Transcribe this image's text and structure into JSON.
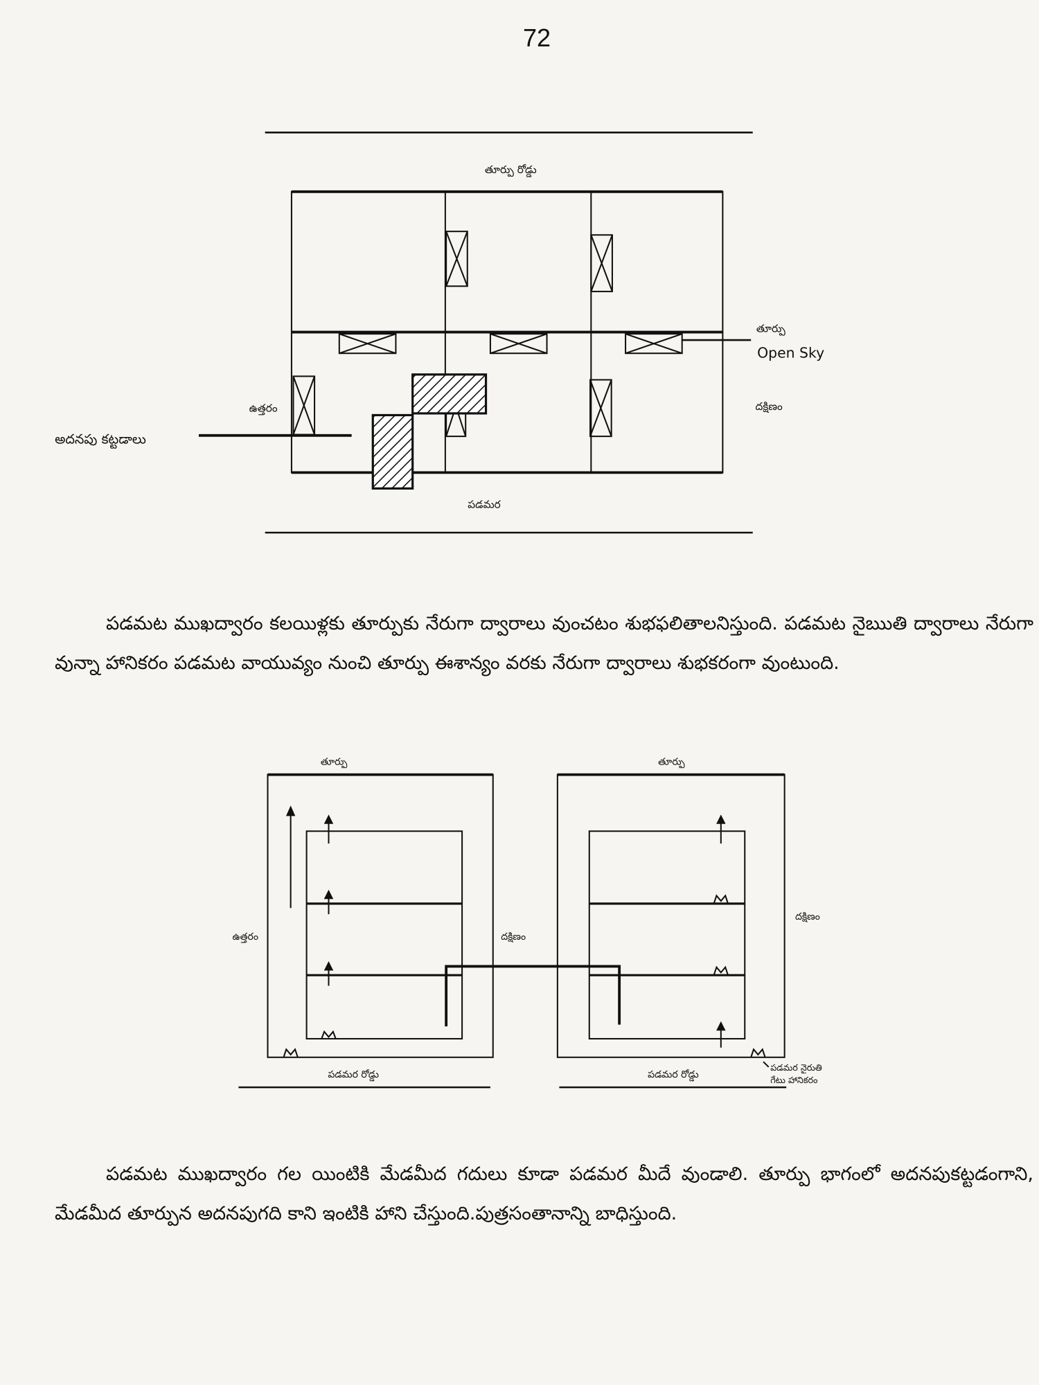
{
  "page_number": "72",
  "diagram_top": {
    "road_label": "తూర్పు రోడ్డు",
    "east_label": "తూర్పు",
    "open_sky_label": "Open Sky",
    "north_label": "ఉత్తరం",
    "south_label": "దక్షిణం",
    "west_label": "పడమర",
    "extra_construction_label": "అదనపు కట్టడాలు"
  },
  "paragraph_1": "పడమట ముఖద్వారం కలయిళ్లకు తూర్పుకు నేరుగా ద్వారాలు వుంచటం శుభఫలితాలనిస్తుంది. పడమట నైఋతి ద్వారాలు నేరుగా వున్నా హానికరం పడమట వాయువ్యం నుంచి తూర్పు ఈశాన్యం వరకు నేరుగా ద్వారాలు శుభకరంగా వుంటుంది.",
  "diagram_bottom": {
    "left": {
      "east_label": "తూర్పు",
      "north_label": "ఉత్తరం",
      "south_label": "దక్షిణం",
      "road_label": "పడమర రోడ్డు"
    },
    "right": {
      "east_label": "తూర్పు",
      "south_label": "దక్షిణం",
      "road_label": "పడమర రోడ్డు",
      "note_line1": "పడమర నైరుతి",
      "note_line2": "గేటు హానికరం"
    }
  },
  "paragraph_2": "పడమట ముఖద్వారం గల యింటికి మేడమీద గదులు కూడా పడమర మీదే వుండాలి. తూర్పు భాగంలో అదనపుకట్టడంగాని, మేడమీద తూర్పున అదనపుగది కాని ఇంటికి హాని చేస్తుంది.పుత్రసంతానాన్ని బాధిస్తుంది."
}
